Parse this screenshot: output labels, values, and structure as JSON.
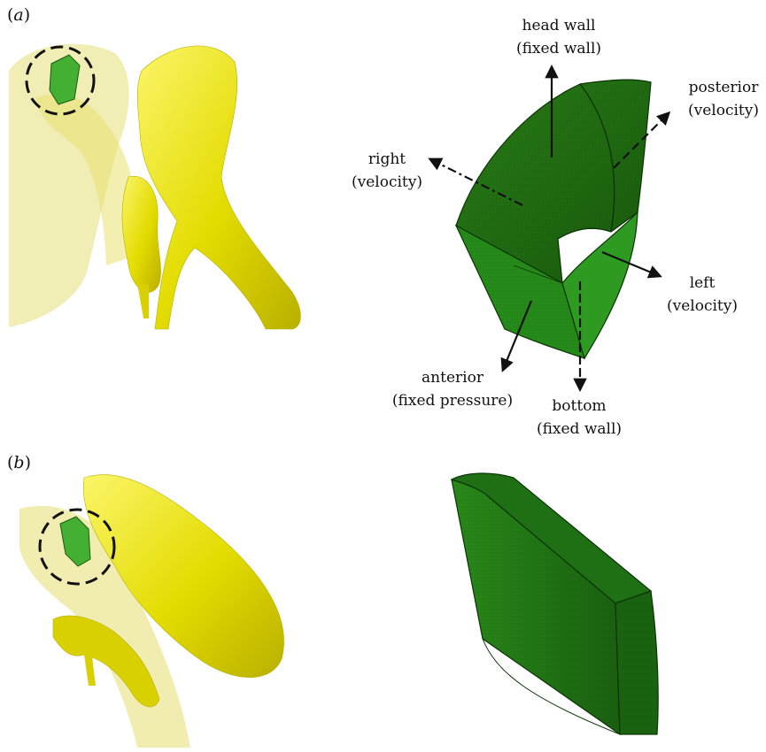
{
  "panels": [
    {
      "id": "a",
      "open": "(",
      "letter": "a",
      "close": ")"
    },
    {
      "id": "b",
      "open": "(",
      "letter": "b",
      "close": ")"
    }
  ],
  "boundaries": {
    "head_wall": {
      "name": "head wall",
      "condition": "(fixed wall)"
    },
    "posterior": {
      "name": "posterior",
      "condition": "(velocity)"
    },
    "right": {
      "name": "right",
      "condition": "(velocity)"
    },
    "left": {
      "name": "left",
      "condition": "(velocity)"
    },
    "anterior": {
      "name": "anterior",
      "condition": "(fixed pressure)"
    },
    "bottom": {
      "name": "bottom",
      "condition": "(fixed wall)"
    }
  },
  "colors": {
    "anatomy_yellow": "#e6e000",
    "anatomy_translucent": "#eeeaa0",
    "domain_green": "#1f6b12",
    "domain_green_light": "#2f8f1c",
    "highlight_green": "#4ab83a"
  }
}
